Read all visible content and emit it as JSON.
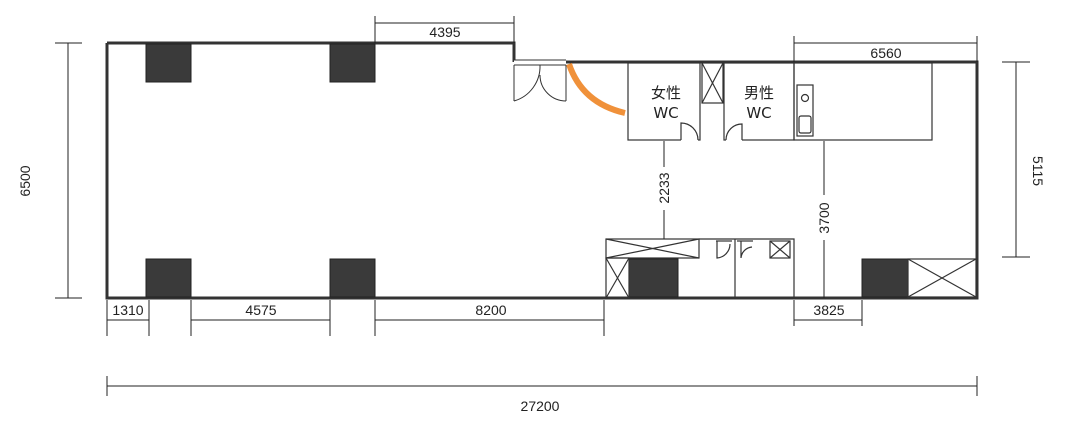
{
  "floor_plan": {
    "dimensions": {
      "total_width": "27200",
      "total_depth": "6500",
      "right_depth": "5115",
      "top_notch": "4395",
      "top_right": "6560",
      "bottom_1": "1310",
      "bottom_2": "4575",
      "bottom_3": "8200",
      "bottom_4": "3825",
      "corridor": "2233",
      "kitchen_depth": "3700"
    },
    "rooms": {
      "women_wc_line1": "女性",
      "women_wc_line2": "WC",
      "men_wc_line1": "男性",
      "men_wc_line2": "WC"
    },
    "colors": {
      "wall": "#333333",
      "column": "#333333",
      "entrance_door": "#f0913a",
      "dimension_line": "#222222"
    }
  }
}
